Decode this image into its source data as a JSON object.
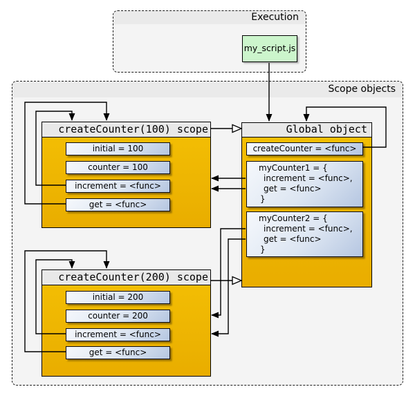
{
  "execution_panel": {
    "title": "Execution",
    "script_label": "my_script.js"
  },
  "scope_objects_panel": {
    "title": "Scope objects"
  },
  "scopes": {
    "counter100": {
      "title": "createCounter(100) scope",
      "vars": [
        "initial = 100",
        "counter = 100",
        "increment = <func>",
        "get = <func>"
      ]
    },
    "counter200": {
      "title": "createCounter(200) scope",
      "vars": [
        "initial = 200",
        "counter = 200",
        "increment = <func>",
        "get = <func>"
      ]
    },
    "global": {
      "title": "Global object",
      "create_counter": "createCounter = <func>",
      "my_counter1": {
        "lines": [
          "myCounter1 = {",
          "increment = <func>,",
          "get = <func>",
          "}"
        ]
      },
      "my_counter2": {
        "lines": [
          "myCounter2 = {",
          "increment = <func>,",
          "get = <func>",
          "}"
        ]
      }
    }
  },
  "colors": {
    "panel_fill": "#f4f4f4",
    "panel_header": "#eaeaea",
    "box_header": "#e8e8e8",
    "gold_light": "#f4c004",
    "gold_dark": "#e9ad00",
    "var_light": "#f5f8fc",
    "var_dark": "#b5c6e1",
    "script_green": "#ccf5cc"
  }
}
